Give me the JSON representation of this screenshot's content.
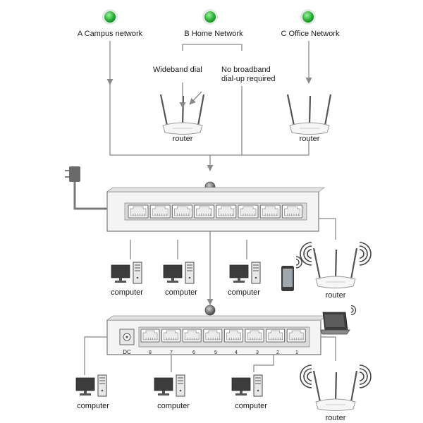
{
  "colors": {
    "status_green": "#2fbe3c",
    "line": "#8a8a8a",
    "switch_body": "#f4f4f4",
    "device_dark": "#3c3c3c"
  },
  "networks": {
    "campus": "A Campus network",
    "home": "B Home Network",
    "office": "C Office Network"
  },
  "home_options": {
    "wideband": "Wideband dial",
    "no_broadband": "No broadband\ndial-up required"
  },
  "labels": {
    "router_home": "router",
    "router_office": "router",
    "router_right_upper": "router",
    "router_right_lower": "router",
    "computer_u1": "computer",
    "computer_u2": "computer",
    "computer_u3": "computer",
    "computer_l1": "computer",
    "computer_l2": "computer",
    "computer_l3": "computer"
  },
  "switch_lower": {
    "dc_label": "DC",
    "port_numbers": [
      "8",
      "7",
      "6",
      "5",
      "4",
      "3",
      "2",
      "1"
    ]
  },
  "icons": [
    "status-dot-icon",
    "router-icon",
    "power-adapter-icon",
    "computer-icon",
    "smartphone-icon",
    "laptop-icon",
    "ethernet-port-icon"
  ]
}
